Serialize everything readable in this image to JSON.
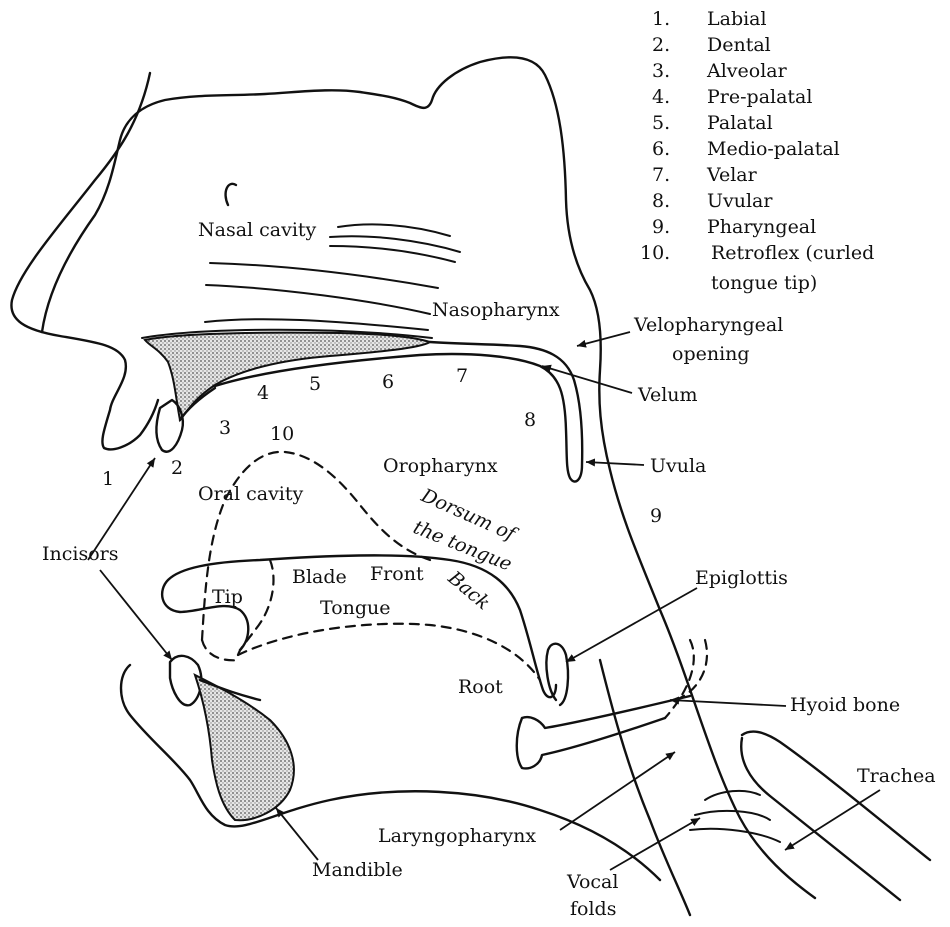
{
  "legend": [
    {
      "num": "1.",
      "label": "Labial"
    },
    {
      "num": "2.",
      "label": "Dental"
    },
    {
      "num": "3.",
      "label": "Alveolar"
    },
    {
      "num": "4.",
      "label": "Pre-palatal"
    },
    {
      "num": "5.",
      "label": "Palatal"
    },
    {
      "num": "6.",
      "label": "Medio-palatal"
    },
    {
      "num": "7.",
      "label": "Velar"
    },
    {
      "num": "8.",
      "label": "Uvular"
    },
    {
      "num": "9.",
      "label": "Pharyngeal"
    },
    {
      "num": "10.",
      "label": "Retroflex (curled",
      "label2": "tongue tip)"
    }
  ],
  "labels": {
    "nasal_cavity": "Nasal cavity",
    "nasopharynx": "Nasopharynx",
    "velopharyngeal_1": "Velopharyngeal",
    "velopharyngeal_2": "opening",
    "velum": "Velum",
    "uvula": "Uvula",
    "oropharynx": "Oropharynx",
    "oral_cavity": "Oral cavity",
    "dorsum": "Dorsum of",
    "dorsum2": "the tongue",
    "incisors": "Incisors",
    "tip": "Tip",
    "blade": "Blade",
    "front": "Front",
    "back": "Back",
    "tongue": "Tongue",
    "root": "Root",
    "epiglottis": "Epiglottis",
    "hyoid": "Hyoid bone",
    "trachea": "Trachea",
    "laryngopharynx": "Laryngopharynx",
    "mandible": "Mandible",
    "vocal_1": "Vocal",
    "vocal_2": "folds"
  },
  "place_numbers": [
    "1",
    "2",
    "3",
    "4",
    "5",
    "6",
    "7",
    "8",
    "9",
    "10"
  ]
}
